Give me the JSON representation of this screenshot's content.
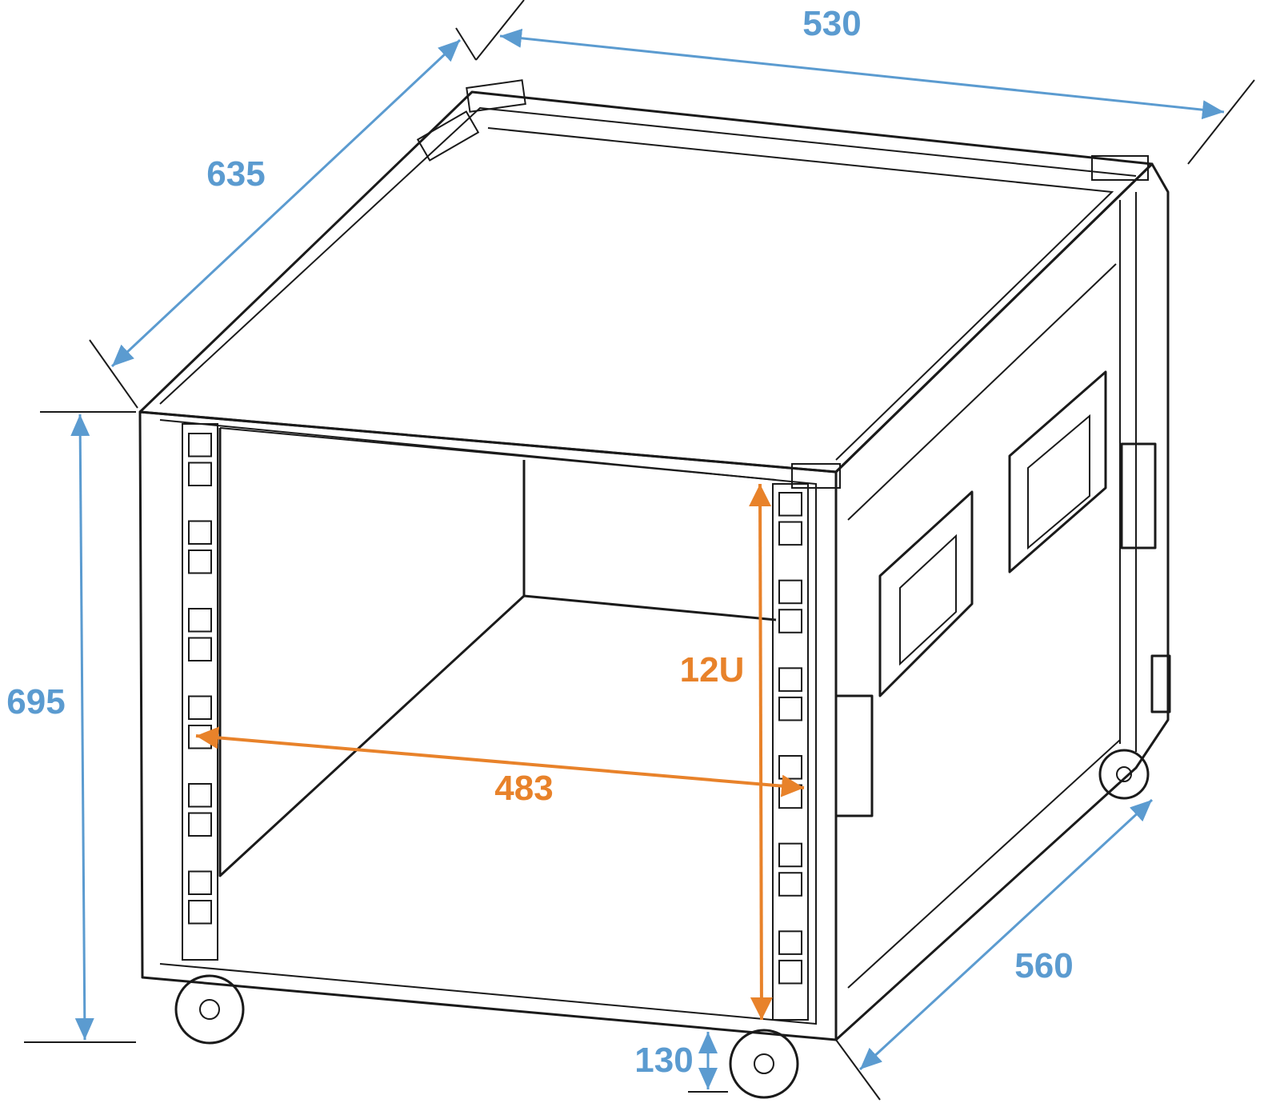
{
  "colors": {
    "dimension_blue": "#5b9bd0",
    "dimension_orange": "#e8822a",
    "line": "#1a1a1a"
  },
  "dimensions": {
    "width_outer": "530",
    "depth_top": "635",
    "height": "695",
    "depth_bottom": "560",
    "wheel_height": "130",
    "rack_width": "483",
    "rack_units": "12U"
  }
}
